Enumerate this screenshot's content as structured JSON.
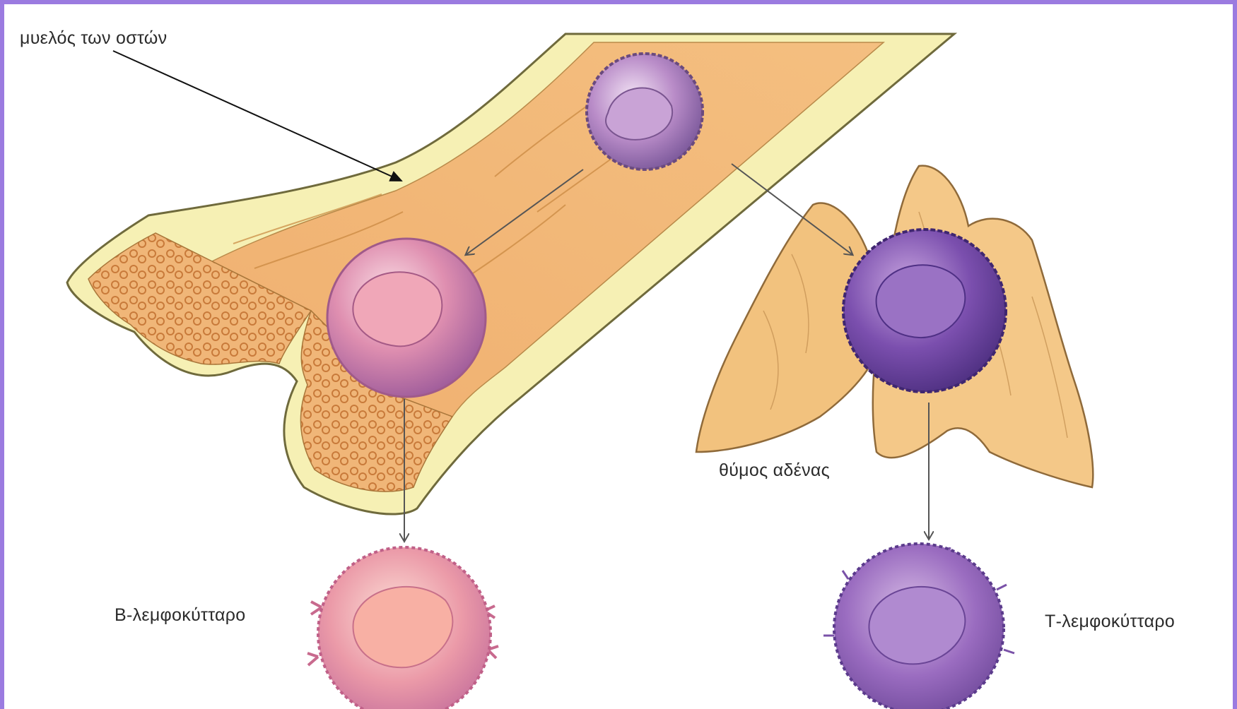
{
  "labels": {
    "bone_marrow": "μυελός των οστών",
    "thymus": "θύμος αδένας",
    "b_cell": "Β-λεμφοκύτταρο",
    "t_cell": "Τ-λεμφοκύτταρο"
  },
  "colors": {
    "frame": "#9b7be0",
    "bone_shell": "#f6f0b4",
    "marrow": "#eea860",
    "thymus": "#f2c27e",
    "b_cell": "#e98fb0",
    "t_cell": "#8a5db5",
    "arrow": "#555555"
  }
}
